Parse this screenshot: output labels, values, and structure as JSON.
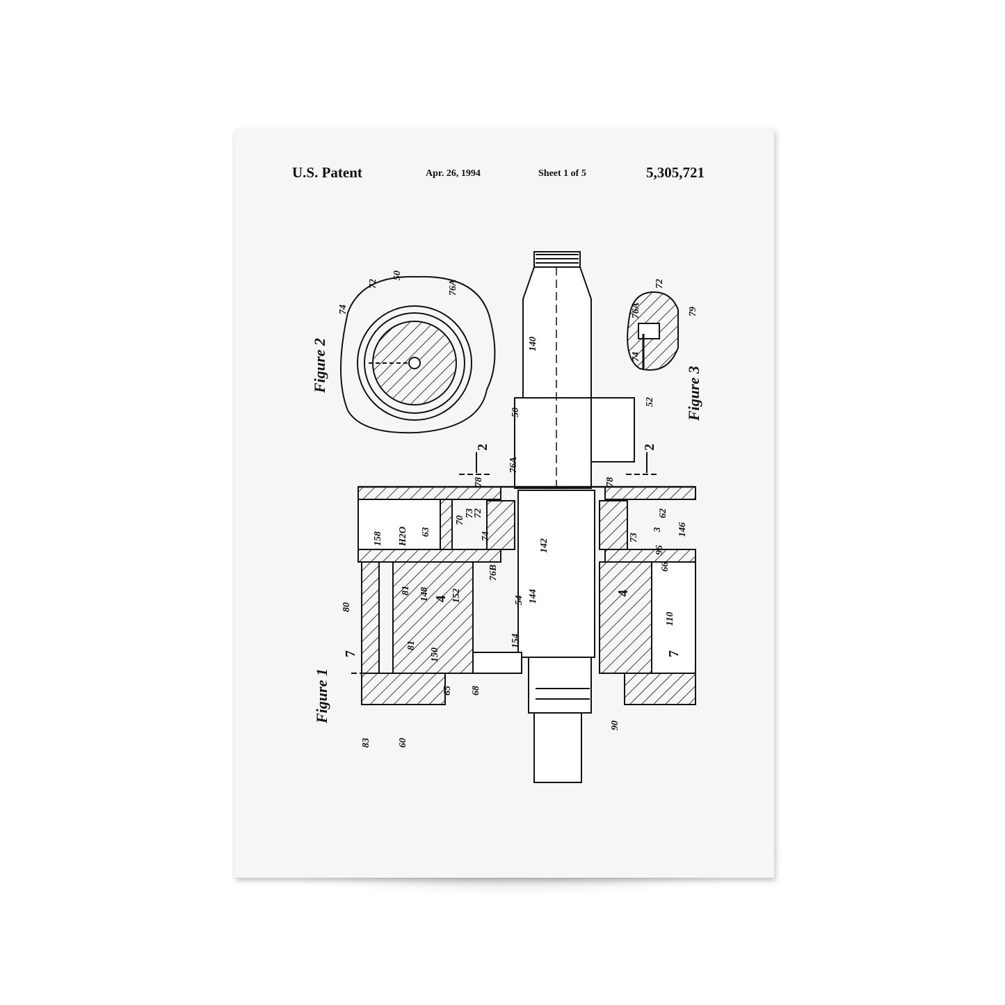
{
  "header": {
    "title": "U.S. Patent",
    "date": "Apr. 26, 1994",
    "sheet": "Sheet 1 of 5",
    "patent_number": "5,305,721"
  },
  "figures": {
    "fig1": "Figure 1",
    "fig2": "Figure 2",
    "fig3": "Figure 3"
  },
  "labels": [
    "74",
    "72",
    "50",
    "76A",
    "140",
    "52",
    "50",
    "76A",
    "78",
    "78",
    "76A",
    "72",
    "79",
    "74",
    "2",
    "2",
    "158",
    "H2O",
    "63",
    "70",
    "73",
    "72",
    "74",
    "142",
    "62",
    "3",
    "73",
    "96",
    "146",
    "76B",
    "66",
    "81",
    "148",
    "4",
    "152",
    "54",
    "144",
    "4",
    "110",
    "80",
    "81",
    "150",
    "154",
    "7",
    "7",
    "65",
    "68",
    "83",
    "60",
    "90"
  ],
  "colors": {
    "ink": "#111111",
    "paper": "#f6f6f5"
  }
}
